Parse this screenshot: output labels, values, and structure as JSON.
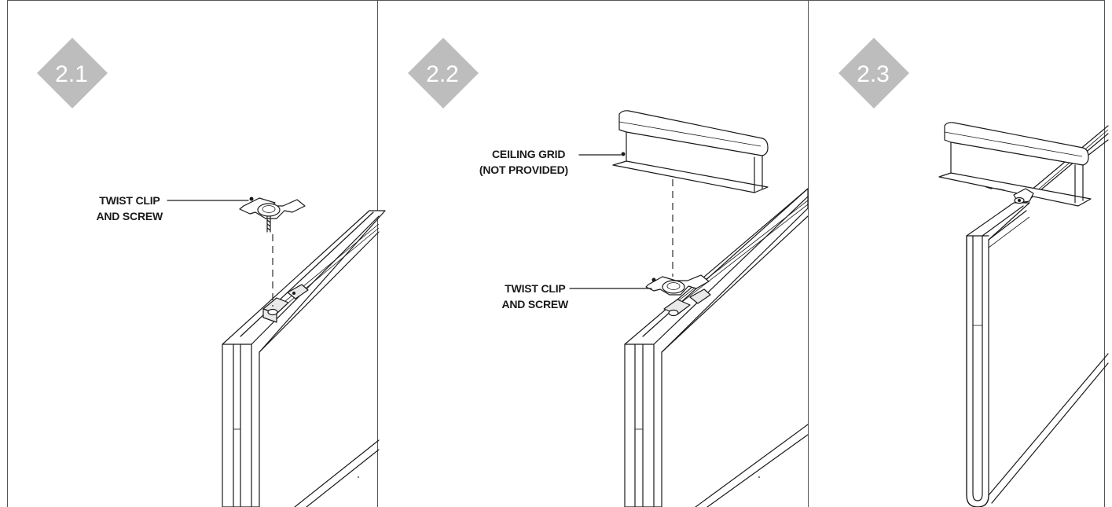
{
  "steps": [
    {
      "number": "2.1",
      "callouts": [
        {
          "lines": [
            "TWIST CLIP",
            "AND SCREW"
          ]
        }
      ]
    },
    {
      "number": "2.2",
      "callouts": [
        {
          "lines": [
            "CEILING GRID",
            "(NOT PROVIDED)"
          ]
        },
        {
          "lines": [
            "TWIST CLIP",
            "AND SCREW"
          ]
        }
      ]
    },
    {
      "number": "2.3",
      "callouts": []
    }
  ],
  "colors": {
    "badge": "#bdbdbd",
    "line": "#1a1a1a",
    "border": "#555555"
  }
}
